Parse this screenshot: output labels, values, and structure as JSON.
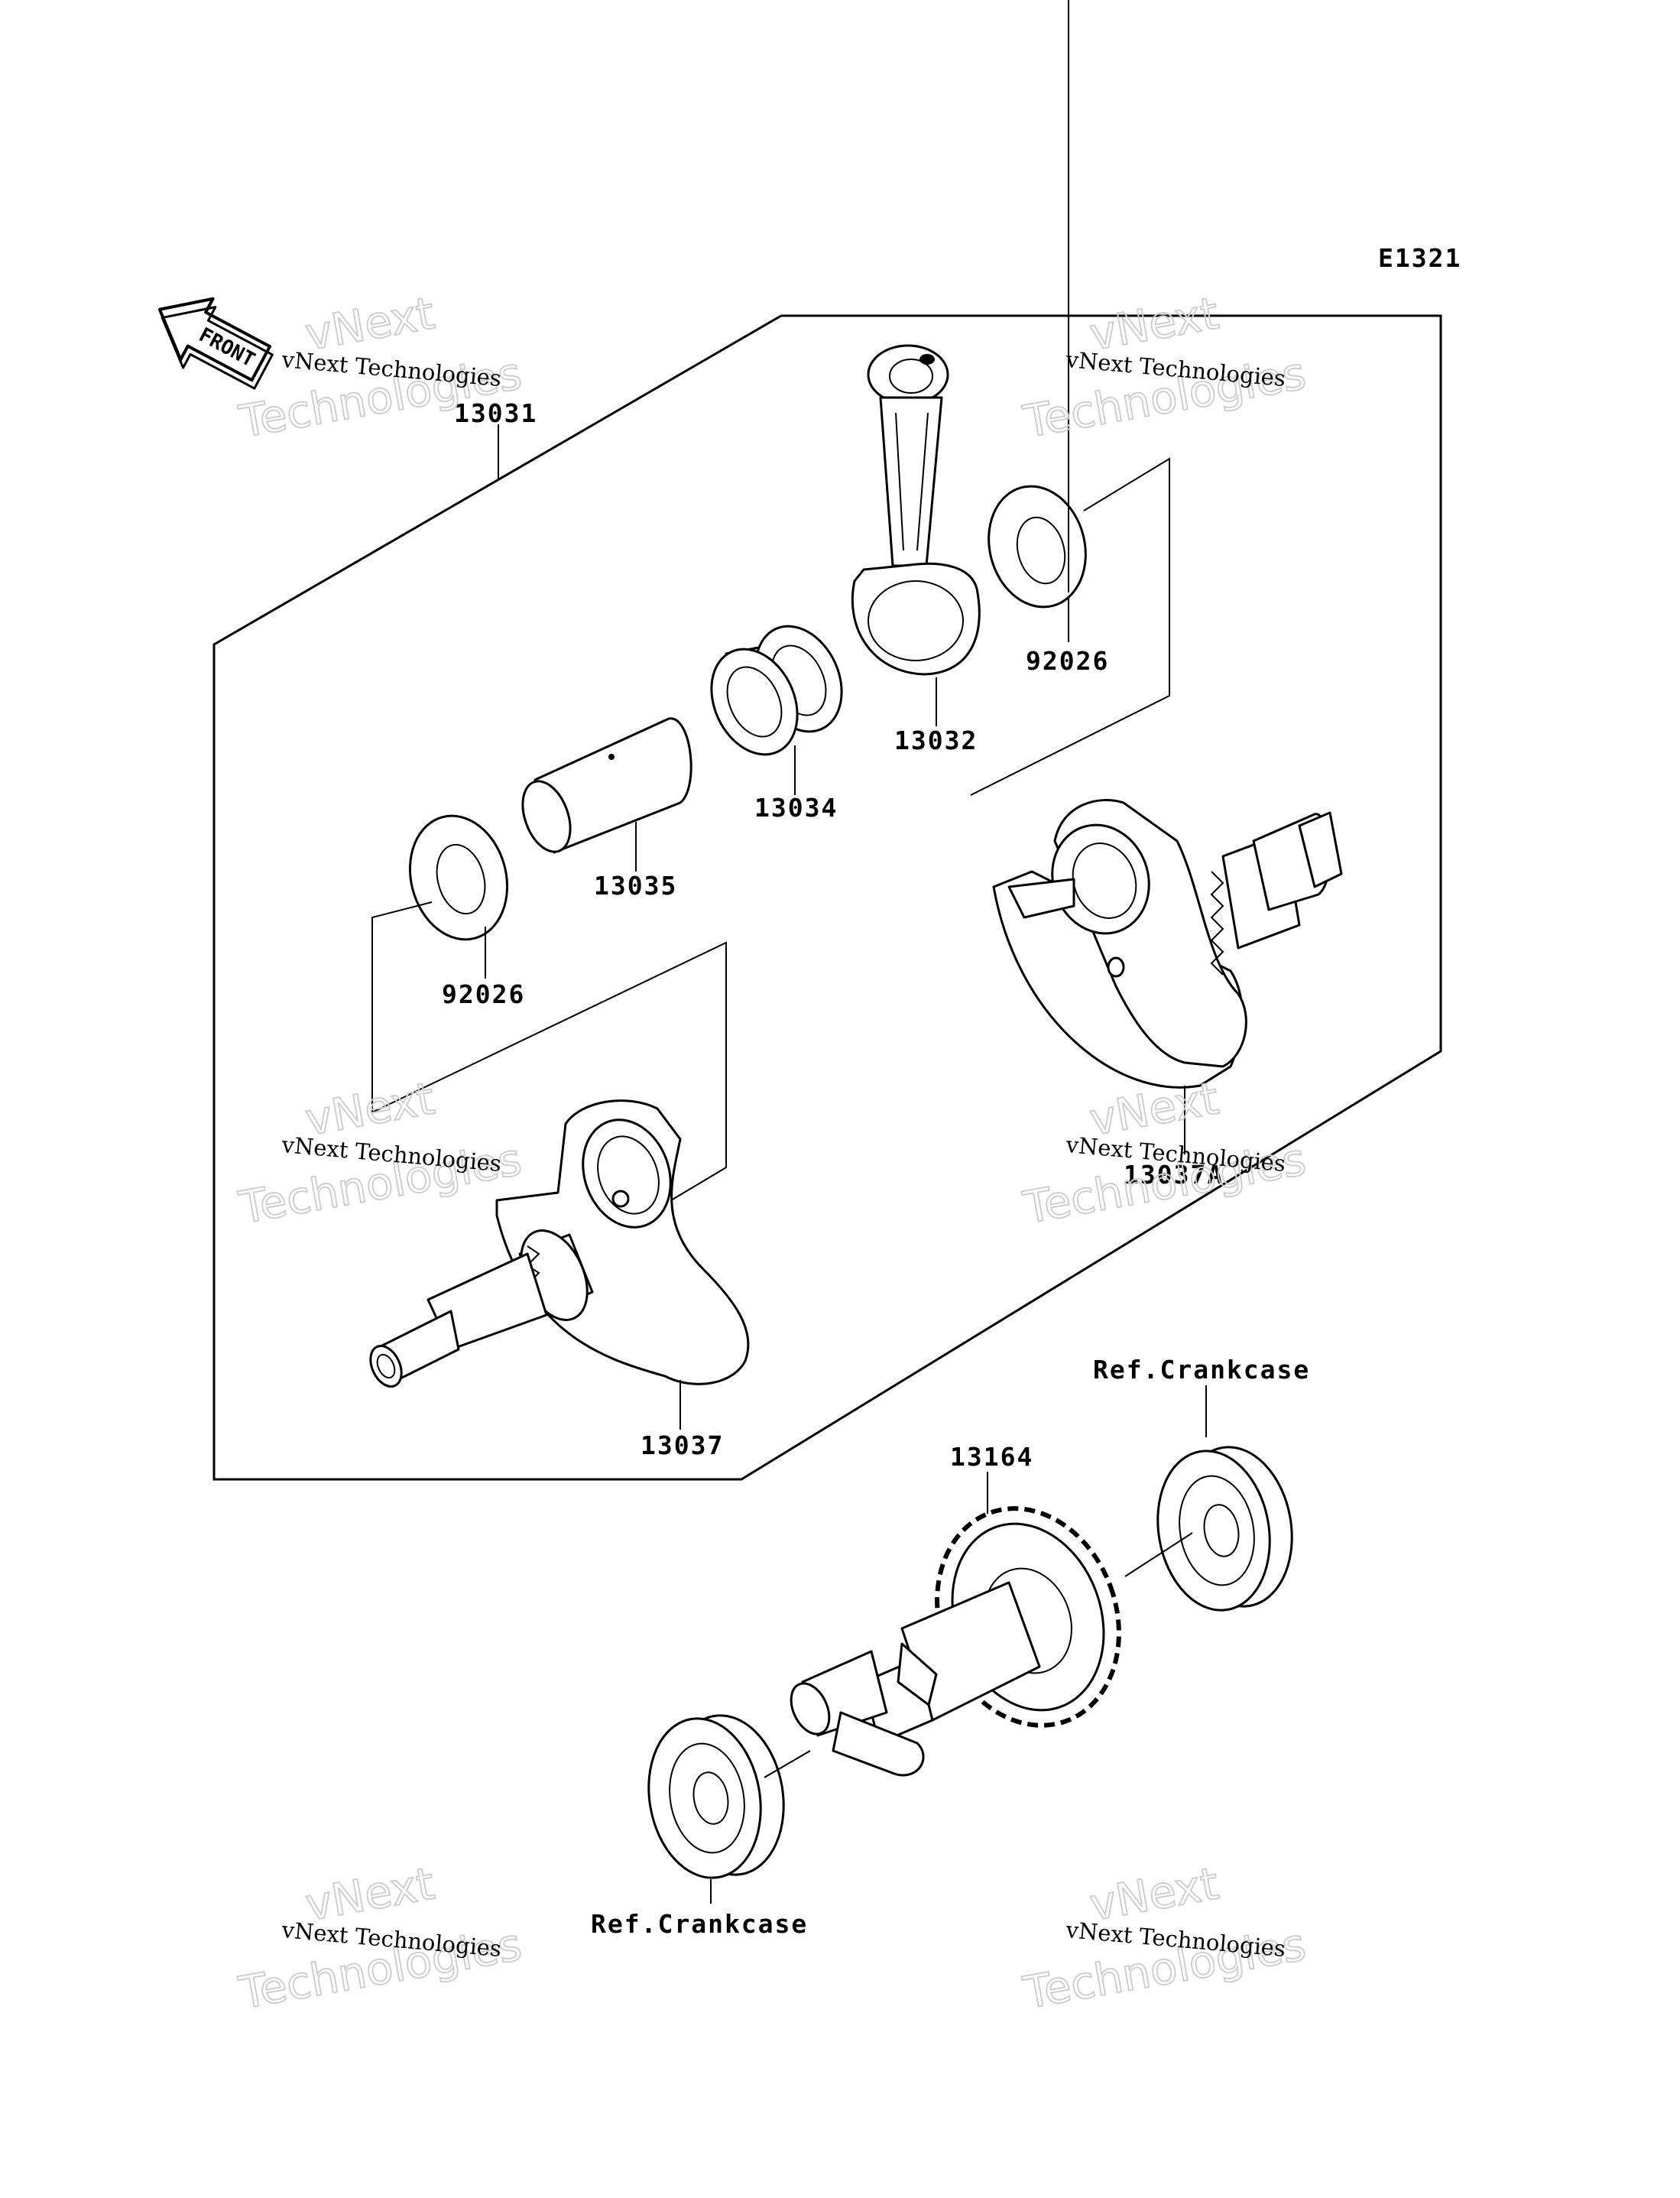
{
  "diagram_code": "E1321",
  "front_label": "FRONT",
  "watermark": {
    "small": "vNext Technologies",
    "big_top": "vNext",
    "big_bottom": "Technologies"
  },
  "callouts": {
    "assembly": "13031",
    "connecting_rod": "13032",
    "needle_bearing": "13034",
    "crank_pin": "13035",
    "crankshaft_left": "13037",
    "crankshaft_right": "13037A",
    "washer_top": "92026",
    "washer_left": "92026",
    "balancer_shaft": "13164",
    "ref_top": "Ref.Crankcase",
    "ref_bottom": "Ref.Crankcase"
  }
}
